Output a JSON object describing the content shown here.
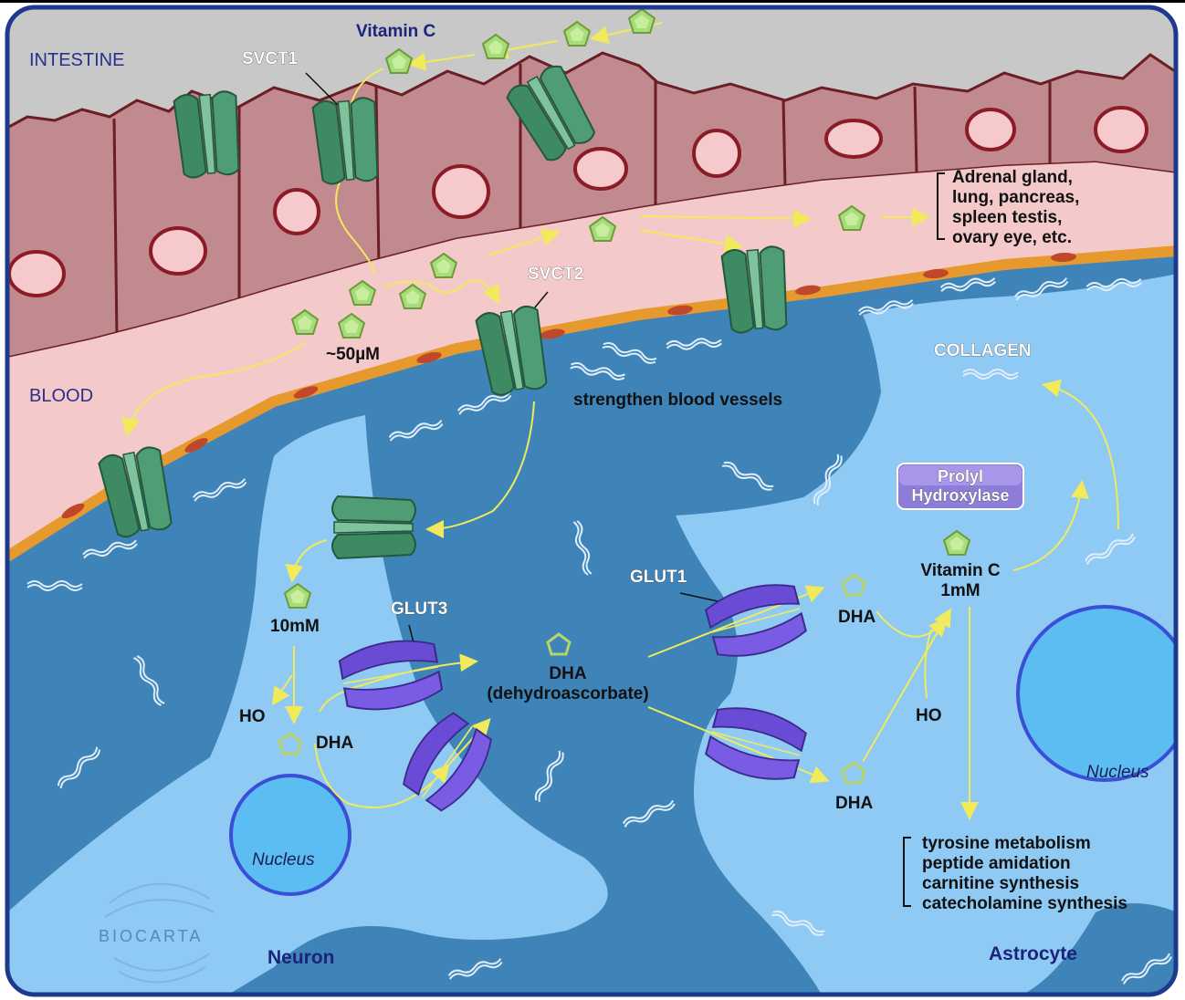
{
  "labels": {
    "intestine": "INTESTINE",
    "blood": "BLOOD",
    "vitamin_c_top": "Vitamin C",
    "svct1": "SVCT1",
    "svct2": "SVCT2",
    "concentration_blood": "~50µM",
    "strengthen": "strengthen blood vessels",
    "collagen": "COLLAGEN",
    "prolyl_line1": "Prolyl",
    "prolyl_line2": "Hydroxylase",
    "glut1": "GLUT1",
    "glut3": "GLUT3",
    "neuron_conc": "10mM",
    "ho_neuron": "HO",
    "dha_neuron": "DHA",
    "dha_center_line1": "DHA",
    "dha_center_line2": "(dehydroascorbate)",
    "dha_astro_upper": "DHA",
    "dha_astro_lower": "DHA",
    "vitamin_c_astro_line1": "Vitamin C",
    "vitamin_c_astro_line2": "1mM",
    "ho_astro": "HO",
    "nucleus_neuron": "Nucleus",
    "nucleus_astro": "Nucleus",
    "neuron": "Neuron",
    "astrocyte": "Astrocyte",
    "brand": "BIOCARTA"
  },
  "organs_list": [
    "Adrenal gland,",
    "lung, pancreas,",
    "spleen testis,",
    "ovary eye, etc."
  ],
  "functions_list": [
    "tyrosine metabolism",
    "peptide amidation",
    "carnitine synthesis",
    "catecholamine synthesis"
  ],
  "colors": {
    "intestine_bg": "#c8c8c8",
    "epithelium": "#c08a8e",
    "blood": "#f4c9c9",
    "endothelium": "#e69a2e",
    "tissue_dark": "#3f84b8",
    "cell_light": "#8fcaf4",
    "svct_transporter": "#3e8a63",
    "glut_transporter": "#6a4bd6",
    "vitamin_c": "#a6dc7a",
    "arrow": "#f1ea5a",
    "frame": "#1d3a8c"
  }
}
